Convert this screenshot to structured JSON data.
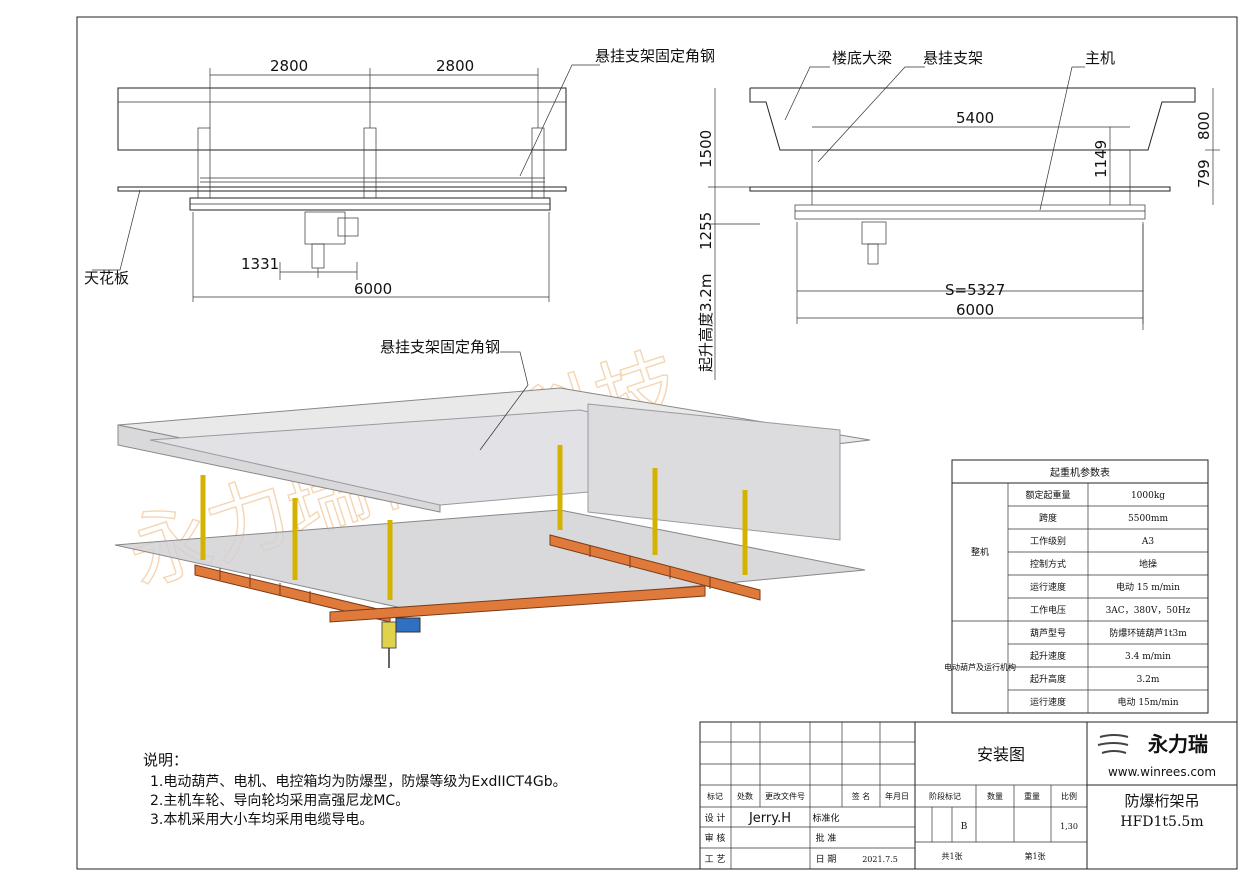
{
  "drawing": {
    "top_left": {
      "dim_2800_a": "2800",
      "dim_2800_b": "2800",
      "dim_1331": "1331",
      "dim_6000": "6000",
      "label_angle_steel": "悬挂支架固定角钢",
      "label_ceiling": "天花板"
    },
    "top_right": {
      "label_beam": "楼底大梁",
      "label_bracket": "悬挂支架",
      "label_main": "主机",
      "dim_5400": "5400",
      "dim_1500": "1500",
      "dim_1255": "1255",
      "dim_1149": "1149",
      "dim_800": "800",
      "dim_799": "799",
      "dim_s5327": "S=5327",
      "dim_6000": "6000",
      "lift_height_vertical": "起升高度3.2m"
    },
    "iso": {
      "label_angle_steel": "悬挂支架固定角钢"
    }
  },
  "watermark": "永力瑞机械科技",
  "param_table": {
    "title": "起重机参数表",
    "groups": [
      {
        "name": "整机",
        "rows": [
          {
            "k": "额定起重量",
            "v": "1000kg"
          },
          {
            "k": "跨度",
            "v": "5500mm"
          },
          {
            "k": "工作级别",
            "v": "A3"
          },
          {
            "k": "控制方式",
            "v": "地操"
          },
          {
            "k": "运行速度",
            "v": "电动 15 m/min"
          },
          {
            "k": "工作电压",
            "v": "3AC，380V，50Hz"
          }
        ]
      },
      {
        "name": "电动葫芦及运行机构",
        "rows": [
          {
            "k": "葫芦型号",
            "v": "防爆环链葫芦1t3m"
          },
          {
            "k": "起升速度",
            "v": "3.4 m/min"
          },
          {
            "k": "起升高度",
            "v": "3.2m"
          },
          {
            "k": "运行速度",
            "v": "电动 15m/min"
          }
        ]
      }
    ]
  },
  "notes": {
    "heading": "说明：",
    "items": [
      "1.电动葫芦、电机、电控箱均为防爆型，防爆等级为ExdIICT4Gb。",
      "2.主机车轮、导向轮均采用高强尼龙MC。",
      "3.本机采用大小车均采用电缆导电。"
    ]
  },
  "title_block": {
    "drawing_type": "安装图",
    "company_name": "永力瑞",
    "website": "www.winrees.com",
    "product_name": "防爆桁架吊",
    "product_code": "HFD1t5.5m",
    "hdr_mark": "标记",
    "hdr_count": "处数",
    "hdr_change_doc": "更改文件号",
    "hdr_sign": "签 名",
    "hdr_date": "年月日",
    "hdr_stage": "阶段标记",
    "hdr_qty": "数量",
    "hdr_weight": "重量",
    "hdr_scale": "比例",
    "design_label": "设 计",
    "designer": "Jerry.H",
    "standard_label": "标准化",
    "review_label": "审 核",
    "approve_label": "批 准",
    "process_label": "工 艺",
    "date_label": "日 期",
    "date_value": "2021.7.5",
    "stage_value": "B",
    "scale_value": "1,30",
    "total_sheets": "共1张",
    "sheet_no": "第1张"
  }
}
